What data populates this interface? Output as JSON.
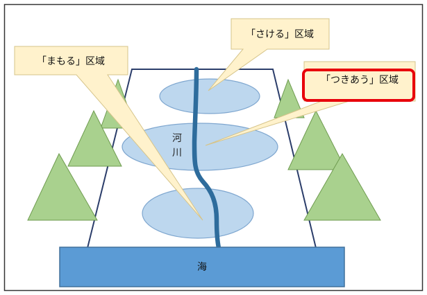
{
  "diagram": {
    "labels": {
      "avoid_zone": "「さける」区域",
      "protect_zone": "「まもる」区域",
      "engage_zone": "「つきあう」区域",
      "river_char1": "河",
      "river_char2": "川",
      "sea": "海"
    },
    "colors": {
      "background": "#ffffff",
      "frame": "#333333",
      "tree_fill": "#a9d18e",
      "tree_stroke": "#6e9b4f",
      "ellipse_fill": "#bdd7ee",
      "ellipse_stroke": "#7ea6cf",
      "river": "#2e6c9c",
      "sea_fill": "#5b9bd5",
      "sea_stroke": "#41719c",
      "callout_fill": "#fff2cc",
      "callout_stroke": "#d6c48a",
      "highlight": "#e8000b"
    }
  }
}
